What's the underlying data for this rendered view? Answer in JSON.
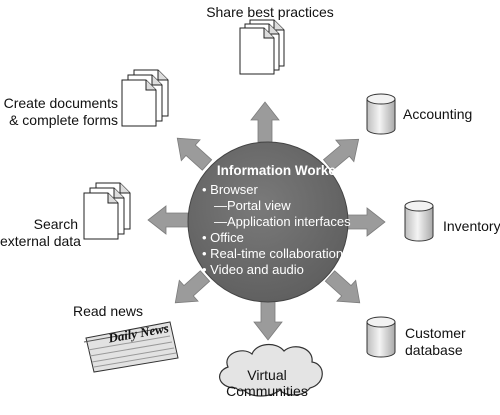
{
  "hub": {
    "title": "Information Worker",
    "items": [
      "• Browser",
      "—Portal view",
      "—Application interfaces",
      "• Office",
      "• Real-time collaboration",
      "• Video and audio"
    ]
  },
  "spokes": {
    "share": "Share best practices",
    "create_line1": "Create documents",
    "create_line2": "& complete forms",
    "search_line1": "Search",
    "search_line2": "external data",
    "read_news": "Read news",
    "virtual_line1": "Virtual",
    "virtual_line2": "Communities",
    "accounting": "Accounting",
    "inventory": "Inventory",
    "customer_line1": "Customer",
    "customer_line2": "database"
  },
  "newspaper": {
    "masthead": "Daily News"
  },
  "colors": {
    "hub_fill": "#6b6b6b",
    "arrow_fill": "#9a9a9a",
    "icon_fill": "#e6e6e6"
  }
}
